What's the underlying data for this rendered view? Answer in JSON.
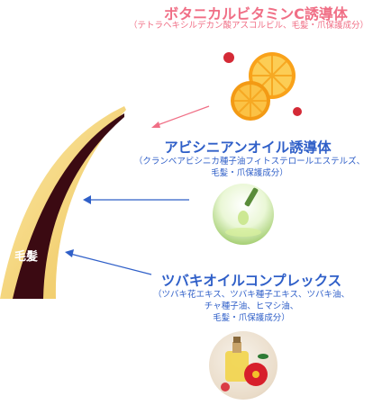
{
  "hair_label": "毛髪",
  "items": [
    {
      "title": "ボタニカルビタミンC誘導体",
      "sub_lines": [
        "（テトラヘキシルデカン酸アスコルビル、毛髪・爪保護成分）"
      ],
      "image_icon": "orange-slice-icon"
    },
    {
      "title": "アビシニアンオイル誘導体",
      "sub_lines": [
        "（クランベアビシニカ種子油フィトステロールエステルズ、",
        "毛髪・爪保護成分）"
      ],
      "image_icon": "oil-dropper-icon"
    },
    {
      "title": "ツバキオイルコンプレックス",
      "sub_lines": [
        "（ツバキ花エキス、ツバキ種子エキス、ツバキ油、",
        "チャ種子油、ヒマシ油、",
        "毛髪・爪保護成分）"
      ],
      "image_icon": "camellia-oil-bottle-icon"
    }
  ],
  "colors": {
    "pink": "#f06f86",
    "blue": "#2f5fc8",
    "hair_dark": "#3b0a12",
    "hair_gold": "#f5d271"
  }
}
